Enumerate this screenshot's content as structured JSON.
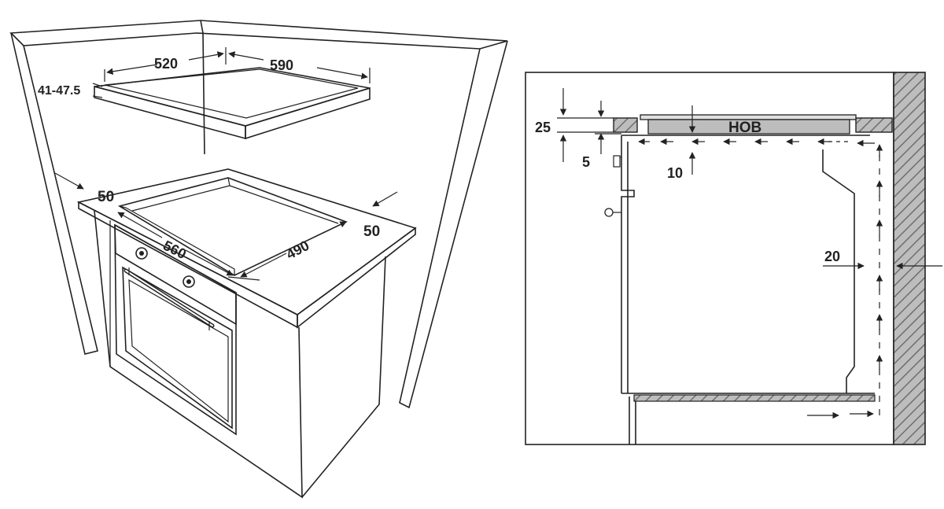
{
  "installation_view": {
    "hob_width": "520",
    "hob_depth": "590",
    "hob_thickness": "41-47.5",
    "front_clearance": "50",
    "side_clearance": "50",
    "cutout_width": "560",
    "cutout_depth": "490"
  },
  "section_view": {
    "worktop_thickness": "25",
    "gap_hob_worktop": "5",
    "air_gap": "10",
    "hob_label": "HOB",
    "rear_vent_gap": "20"
  },
  "colors": {
    "line": "#222222",
    "worktop": "#d9d9d9",
    "hob_surface": "#bdbdbd",
    "wall_hatch": "#9a9a9a"
  }
}
